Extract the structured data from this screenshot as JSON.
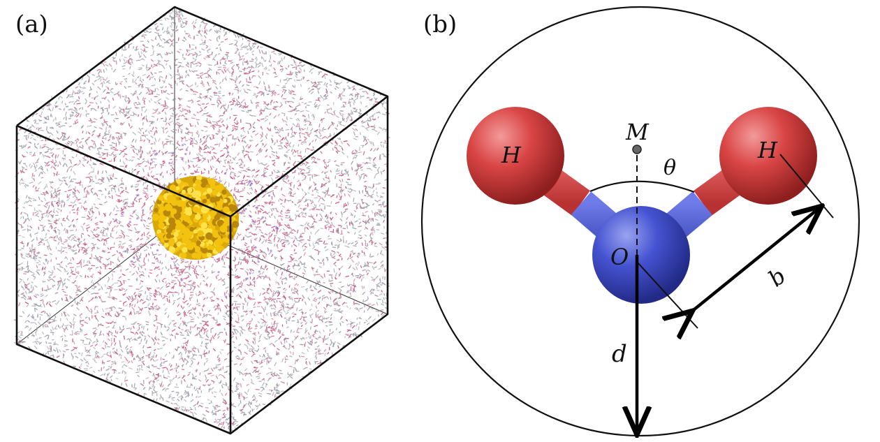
{
  "panel_a": {
    "label": "(a)"
  },
  "panel_b": {
    "label": "(b)",
    "atoms": {
      "hydrogen_left": "H",
      "hydrogen_right": "H",
      "oxygen": "O",
      "massless_site": "M"
    },
    "parameters": {
      "angle": "θ",
      "bond_length": "b",
      "sphere_radius": "d"
    }
  },
  "colors": {
    "hydrogen": "#d94545",
    "oxygen": "#4553d1",
    "nanoparticle": "#f2c20f",
    "water_pink": "#c8507a",
    "water_gray": "#9a9aa6",
    "box_edge": "#111111"
  }
}
